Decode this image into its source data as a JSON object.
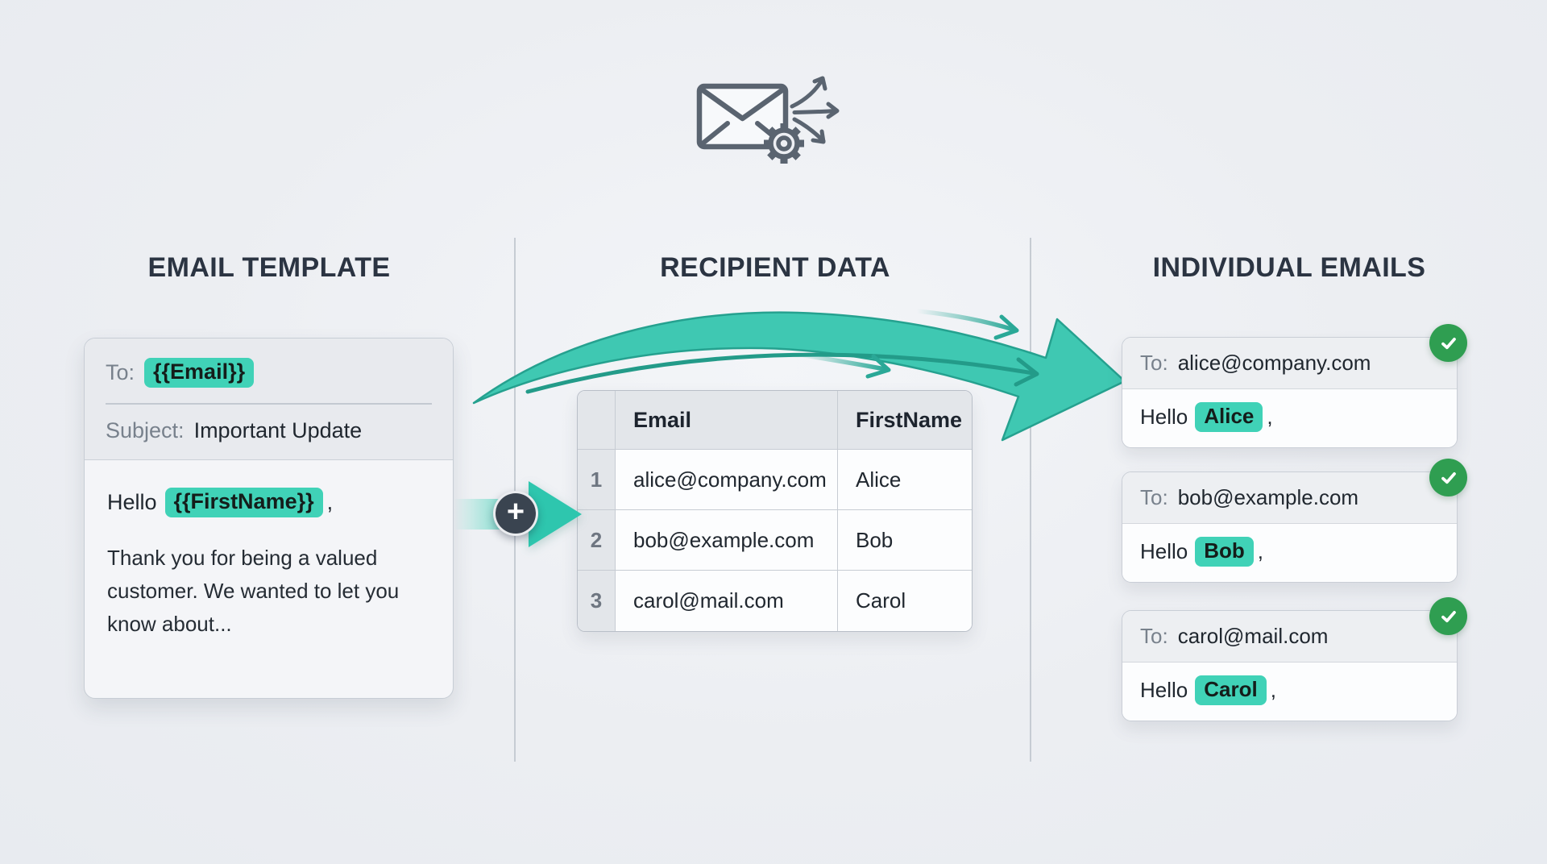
{
  "page": {
    "background": "#edeff3"
  },
  "colors": {
    "accent_teal": "#40d2b7",
    "arrow_teal": "#3fc8b2",
    "arrow_outline": "#25a18f",
    "success_green": "#2f9e51",
    "dark_text": "#20272f",
    "muted_text": "#78818c",
    "icon_gray": "#5a6470"
  },
  "icons": {
    "header": {
      "name": "envelope-gear-send-icon"
    },
    "merge": {
      "name": "plus-icon",
      "glyph": "+"
    },
    "sent": {
      "name": "check-icon"
    }
  },
  "sections": {
    "template": {
      "title": "EMAIL TEMPLATE"
    },
    "recipients": {
      "title": "RECIPIENT DATA"
    },
    "individual": {
      "title": "INDIVIDUAL EMAILS"
    }
  },
  "template_card": {
    "to_label": "To:",
    "to_value": "{{Email}}",
    "subject_label": "Subject:",
    "subject_value": "Important Update",
    "greeting_prefix": "Hello",
    "greeting_variable": "{{FirstName}}",
    "greeting_suffix": ",",
    "body_text": "Thank you for being a valued customer. We wanted to let you know about..."
  },
  "recipient_table": {
    "headers": [
      "Email",
      "FirstName"
    ],
    "rows": [
      {
        "num": "1",
        "email": "alice@company.com",
        "first_name": "Alice"
      },
      {
        "num": "2",
        "email": "bob@example.com",
        "first_name": "Bob"
      },
      {
        "num": "3",
        "email": "carol@mail.com",
        "first_name": "Carol"
      }
    ]
  },
  "individual_emails": [
    {
      "to_label": "To:",
      "to_value": "alice@company.com",
      "greeting_prefix": "Hello",
      "name": "Alice",
      "greeting_suffix": ","
    },
    {
      "to_label": "To:",
      "to_value": "bob@example.com",
      "greeting_prefix": "Hello",
      "name": "Bob",
      "greeting_suffix": ","
    },
    {
      "to_label": "To:",
      "to_value": "carol@mail.com",
      "greeting_prefix": "Hello",
      "name": "Carol",
      "greeting_suffix": ","
    }
  ]
}
